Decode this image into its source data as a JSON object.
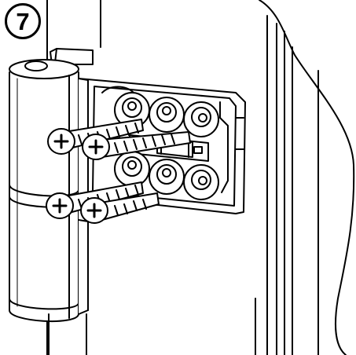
{
  "step": {
    "number": "7"
  },
  "colors": {
    "line": "#000000",
    "fill": "#ffffff",
    "shade": "#d9d9d9"
  },
  "icons": {
    "step": "numbered-circle",
    "screw_head": "phillips-cross"
  }
}
